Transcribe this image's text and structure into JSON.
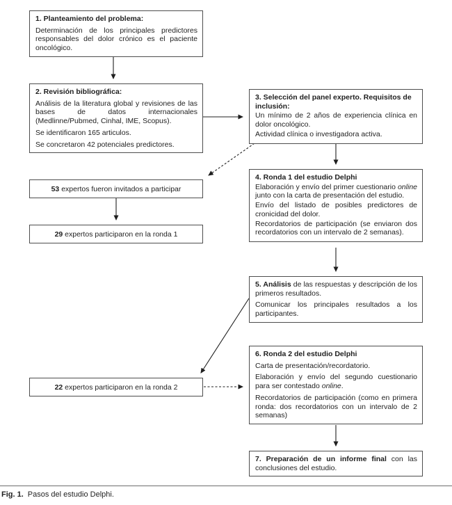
{
  "figure": {
    "caption_label": "Fig. 1.",
    "caption_text": "Pasos del estudio Delphi."
  },
  "steps": {
    "s1": {
      "title": "1. Planteamiento del problema:",
      "p1": "Determinación de los principales predictores responsables del dolor crónico es el paciente oncológico."
    },
    "s2": {
      "title": "2. Revisión bibliográfica:",
      "p1": "Análisis de la literatura global y revisiones de las bases de datos internacionales (Medlinne/Pubmed, Cinhal, IME, Scopus).",
      "p2": "Se identificaron 165 articulos.",
      "p3": "Se concretaron 42 potenciales predictores."
    },
    "s3": {
      "title": "3. Selección del panel experto. Requisitos de inclusión:",
      "p1": "Un mínimo de 2 años de experiencia clínica en dolor oncológico.",
      "p2": "Actividad clínica o investigadora activa."
    },
    "s4": {
      "title": "4. Ronda 1 del estudio Delphi",
      "p1_a": "Elaboración y envío del primer cuestionario ",
      "p1_italic": "online",
      "p1_b": " junto con la carta de presentación del estudio.",
      "p2": "Envío del listado de posibles predictores de cronicidad del dolor.",
      "p3": "Recordatorios de participación (se enviaron dos recordatorios con un intervalo de 2 semanas)."
    },
    "s5": {
      "title_bold": "5. Análisis",
      "title_rest": " de las respuestas y descripción de los primeros resultados.",
      "p2": "Comunicar los principales resultados a los participantes."
    },
    "s6": {
      "title": "6. Ronda 2 del estudio Delphi",
      "p1": "Carta de presentación/recordatorio.",
      "p2_a": "Elaboración y envío del segundo cuestionario para ser contestado ",
      "p2_italic": "online",
      "p2_b": ".",
      "p3": "Recordatorios de participación (como en primera ronda: dos recordatorios con un intervalo de 2 semanas)"
    },
    "s7": {
      "title_bold": "7. Preparación de un informe final",
      "title_rest": " con las conclusiones del estudio."
    },
    "experts53": {
      "number": "53",
      "rest": " expertos fueron invitados a participar"
    },
    "experts29": {
      "number": "29",
      "rest": " expertos participaron en la ronda 1"
    },
    "experts22": {
      "number": "22",
      "rest": " expertos participaron en la ronda 2"
    }
  },
  "colors": {
    "box_border": "#4d4d4d",
    "text": "#1f1f1f",
    "arrow": "#1f1f1f"
  }
}
